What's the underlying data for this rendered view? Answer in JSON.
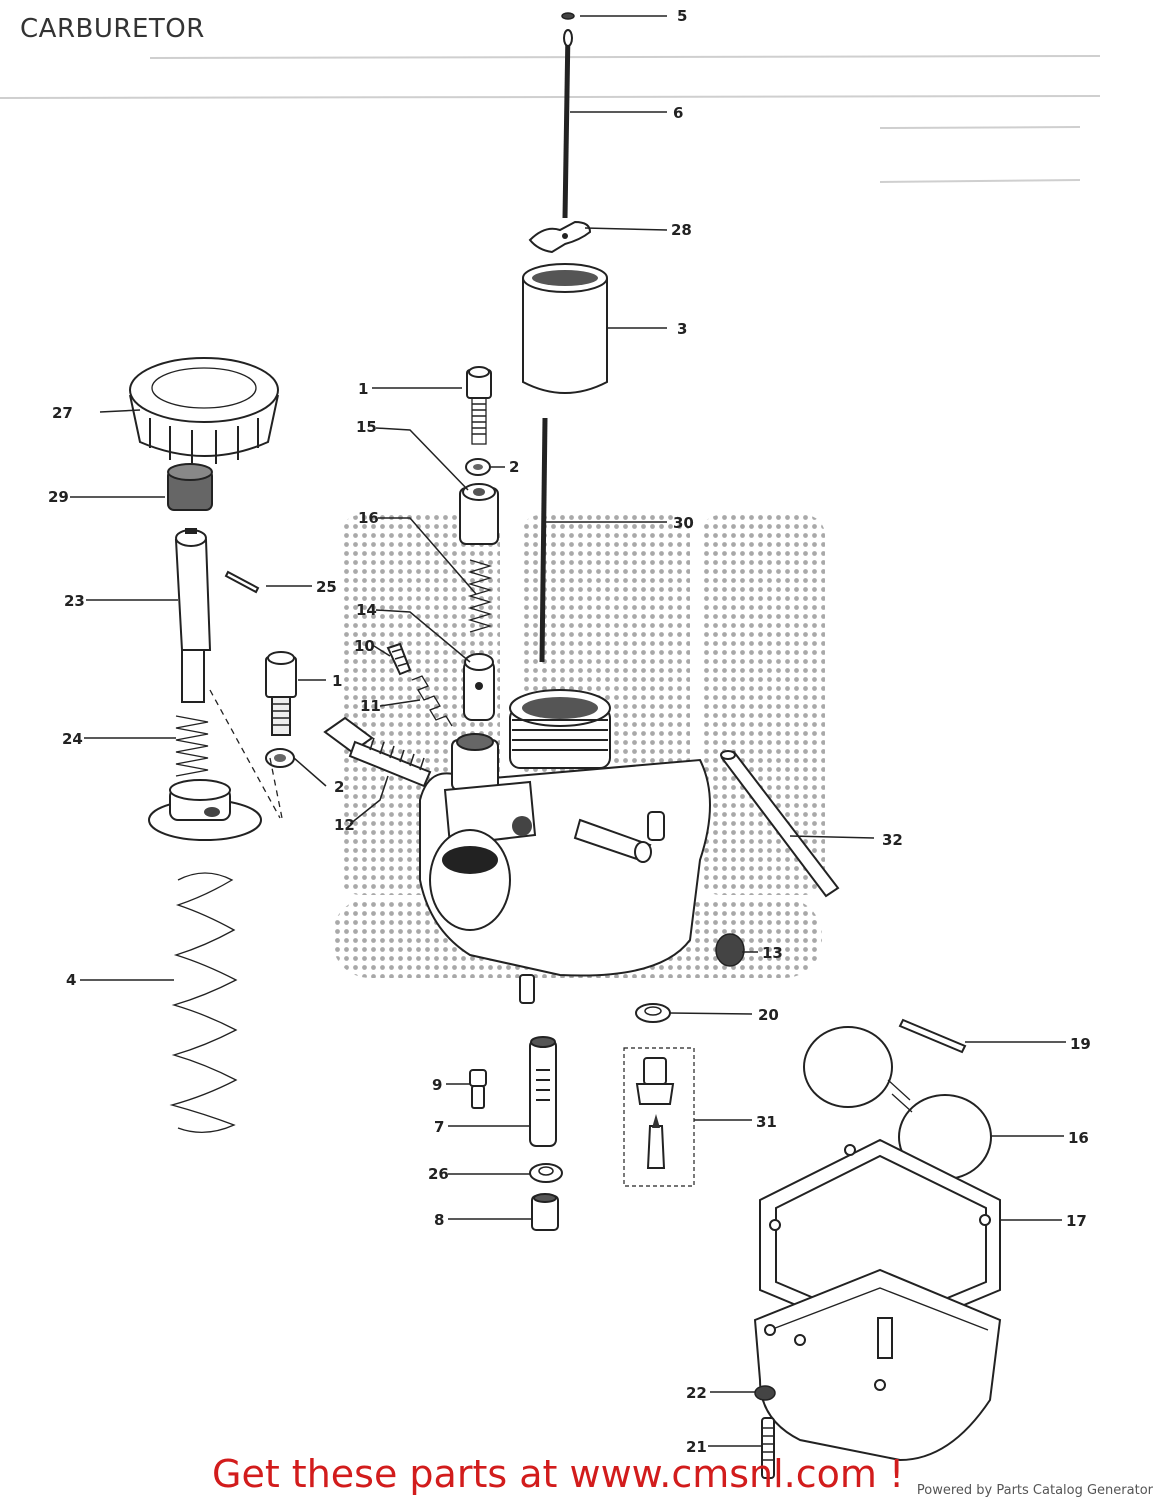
{
  "page": {
    "title": "CARBURETOR",
    "promo": "Get these parts at www.cmsnl.com !",
    "powered_by": "Powered by Parts Catalog Generator"
  },
  "callouts": [
    {
      "id": "c5",
      "label": "5"
    },
    {
      "id": "c6",
      "label": "6"
    },
    {
      "id": "c28",
      "label": "28"
    },
    {
      "id": "c3",
      "label": "3"
    },
    {
      "id": "c1a",
      "label": "1"
    },
    {
      "id": "c27",
      "label": "27"
    },
    {
      "id": "c15",
      "label": "15"
    },
    {
      "id": "c2a",
      "label": "2"
    },
    {
      "id": "c29",
      "label": "29"
    },
    {
      "id": "c16a",
      "label": "16"
    },
    {
      "id": "c30",
      "label": "30"
    },
    {
      "id": "c23",
      "label": "23"
    },
    {
      "id": "c25",
      "label": "25"
    },
    {
      "id": "c14",
      "label": "14"
    },
    {
      "id": "c10",
      "label": "10"
    },
    {
      "id": "c1b",
      "label": "1"
    },
    {
      "id": "c11",
      "label": "11"
    },
    {
      "id": "c24",
      "label": "24"
    },
    {
      "id": "c2b",
      "label": "2"
    },
    {
      "id": "c12",
      "label": "12"
    },
    {
      "id": "c32",
      "label": "32"
    },
    {
      "id": "c4",
      "label": "4"
    },
    {
      "id": "c13",
      "label": "13"
    },
    {
      "id": "c20",
      "label": "20"
    },
    {
      "id": "c19",
      "label": "19"
    },
    {
      "id": "c9",
      "label": "9"
    },
    {
      "id": "c31",
      "label": "31"
    },
    {
      "id": "c7",
      "label": "7"
    },
    {
      "id": "c16b",
      "label": "16"
    },
    {
      "id": "c26",
      "label": "26"
    },
    {
      "id": "c8",
      "label": "8"
    },
    {
      "id": "c17",
      "label": "17"
    },
    {
      "id": "c22",
      "label": "22"
    },
    {
      "id": "c21",
      "label": "21"
    }
  ]
}
